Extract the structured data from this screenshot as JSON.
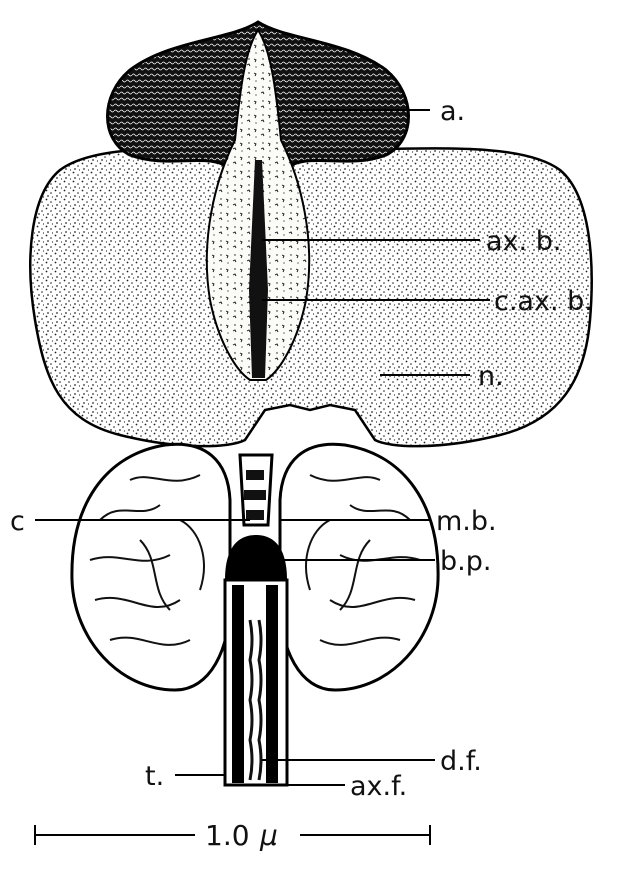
{
  "labels": {
    "acrosome": "a.",
    "axial_body": "ax. b.",
    "core_axial_body": "c.ax. b.",
    "nucleus": "n.",
    "centriole": "c",
    "middle_body": "m.b.",
    "basal_plate": "b.p.",
    "dense_fiber": "d.f.",
    "tail": "t.",
    "axial_filament": "ax.f."
  },
  "scale_bar": {
    "value": "1.0",
    "unit": "μ"
  }
}
